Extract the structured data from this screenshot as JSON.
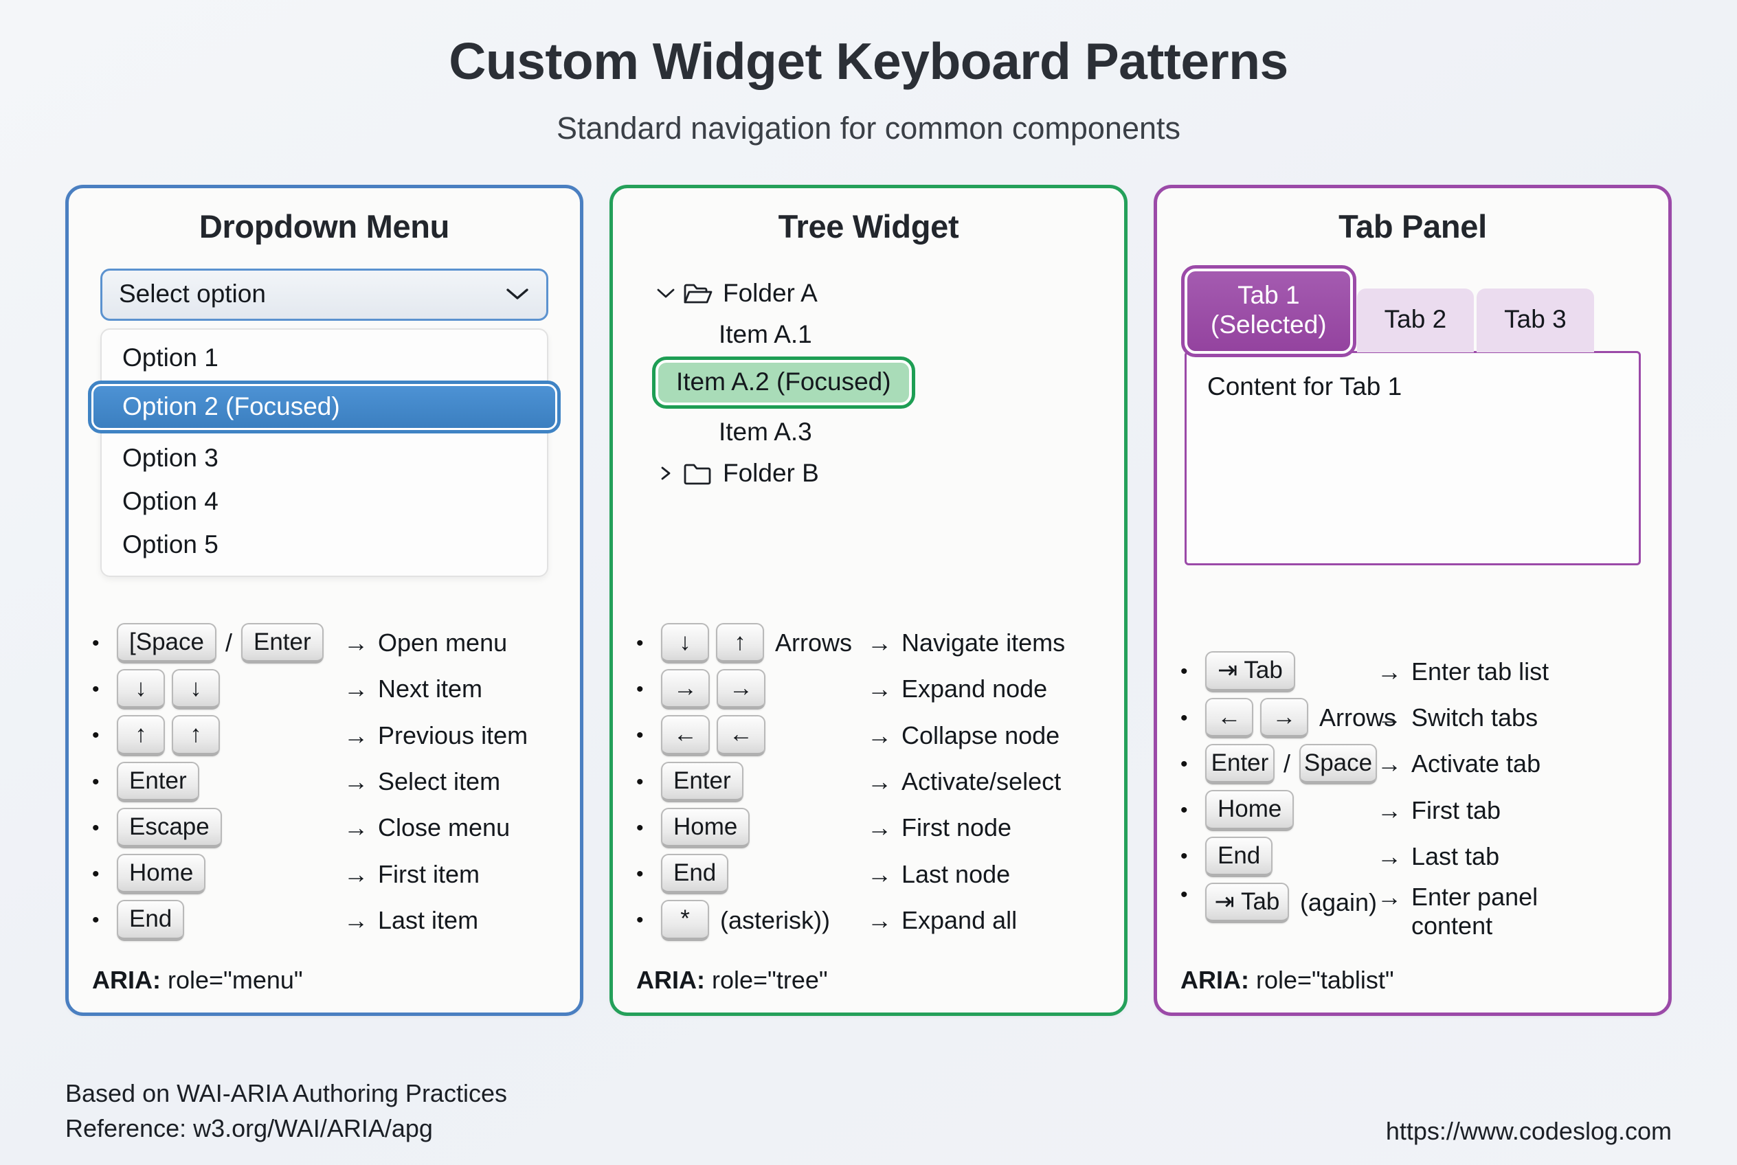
{
  "header": {
    "title": "Custom Widget Keyboard Patterns",
    "subtitle": "Standard navigation for common components"
  },
  "colors": {
    "dropdown_accent": "#4a7fc1",
    "tree_accent": "#24a05a",
    "tab_accent": "#9b4aa8",
    "focus_blue_fill": "#3f83c4",
    "focus_green_fill": "#a9dcb8",
    "tab_inactive": "#ebdcef",
    "page_background": "#f1f3f7"
  },
  "panels": [
    {
      "id": "dropdown",
      "title": "Dropdown Menu",
      "trigger_label": "Select option",
      "trigger_icon": "chevron-down-icon",
      "options": [
        {
          "label": "Option 1",
          "focused": false
        },
        {
          "label": "Option 2 (Focused)",
          "focused": true
        },
        {
          "label": "Option 3",
          "focused": false
        },
        {
          "label": "Option 4",
          "focused": false
        },
        {
          "label": "Option 5",
          "focused": false
        }
      ],
      "shortcuts": [
        {
          "keys": [
            "[Space",
            "Enter"
          ],
          "separator": "/",
          "extra": "",
          "desc": "Open menu"
        },
        {
          "keys": [
            "↓",
            "↓"
          ],
          "separator": "",
          "extra": "",
          "desc": "Next item"
        },
        {
          "keys": [
            "↑",
            "↑"
          ],
          "separator": "",
          "extra": "",
          "desc": "Previous item"
        },
        {
          "keys": [
            "Enter"
          ],
          "separator": "",
          "extra": "",
          "desc": "Select item"
        },
        {
          "keys": [
            "Escape"
          ],
          "separator": "",
          "extra": "",
          "desc": "Close menu"
        },
        {
          "keys": [
            "Home"
          ],
          "separator": "",
          "extra": "",
          "desc": "First item"
        },
        {
          "keys": [
            "End"
          ],
          "separator": "",
          "extra": "",
          "desc": "Last item"
        }
      ],
      "aria_label": "ARIA:",
      "aria_value": "role=\"menu\""
    },
    {
      "id": "tree",
      "title": "Tree Widget",
      "nodes": [
        {
          "label": "Folder A",
          "type": "folder",
          "expanded": true,
          "icon": "folder-open-icon",
          "caret": "chevron-down-icon",
          "focused": false
        },
        {
          "label": "Item A.1",
          "type": "item",
          "focused": false
        },
        {
          "label": "Item A.2 (Focused)",
          "type": "item",
          "focused": true
        },
        {
          "label": "Item A.3",
          "type": "item",
          "focused": false
        },
        {
          "label": "Folder B",
          "type": "folder",
          "expanded": false,
          "icon": "folder-closed-icon",
          "caret": "chevron-right-icon",
          "focused": false
        }
      ],
      "shortcuts": [
        {
          "keys": [
            "↓",
            "↑"
          ],
          "separator": "",
          "extra": "Arrows",
          "desc": "Navigate items"
        },
        {
          "keys": [
            "→",
            "→"
          ],
          "separator": "",
          "extra": "",
          "desc": "Expand node"
        },
        {
          "keys": [
            "←",
            "←"
          ],
          "separator": "",
          "extra": "",
          "desc": "Collapse node"
        },
        {
          "keys": [
            "Enter"
          ],
          "separator": "",
          "extra": "",
          "desc": "Activate/select"
        },
        {
          "keys": [
            "Home"
          ],
          "separator": "",
          "extra": "",
          "desc": "First node"
        },
        {
          "keys": [
            "End"
          ],
          "separator": "",
          "extra": "",
          "desc": "Last node"
        },
        {
          "keys": [
            "*"
          ],
          "separator": "",
          "extra": "(asterisk))",
          "desc": "Expand all"
        }
      ],
      "aria_label": "ARIA:",
      "aria_value": "role=\"tree\""
    },
    {
      "id": "tabs",
      "title": "Tab Panel",
      "tabs": [
        {
          "label": "Tab 1",
          "sublabel": "(Selected)",
          "selected": true
        },
        {
          "label": "Tab 2",
          "sublabel": "",
          "selected": false
        },
        {
          "label": "Tab 3",
          "sublabel": "",
          "selected": false
        }
      ],
      "panel_content": "Content for Tab 1",
      "shortcuts": [
        {
          "keys": [
            "⇥ Tab"
          ],
          "separator": "",
          "extra": "",
          "desc": "Enter tab list"
        },
        {
          "keys": [
            "←",
            "→"
          ],
          "separator": "",
          "extra": "Arrows",
          "desc": "Switch tabs"
        },
        {
          "keys": [
            "Enter",
            "Space"
          ],
          "separator": "/",
          "extra": "",
          "desc": "Activate tab"
        },
        {
          "keys": [
            "Home"
          ],
          "separator": "",
          "extra": "",
          "desc": "First tab"
        },
        {
          "keys": [
            "End"
          ],
          "separator": "",
          "extra": "",
          "desc": "Last tab"
        },
        {
          "keys": [
            "⇥ Tab"
          ],
          "separator": "",
          "extra": "(again)",
          "desc": "Enter panel content"
        }
      ],
      "aria_label": "ARIA:",
      "aria_value": "role=\"tablist\""
    }
  ],
  "footer": {
    "line1": "Based on WAI-ARIA Authoring Practices",
    "line2": "Reference: w3.org/WAI/ARIA/apg",
    "url": "https://www.codeslog.com"
  },
  "arrow_glyph": "→"
}
